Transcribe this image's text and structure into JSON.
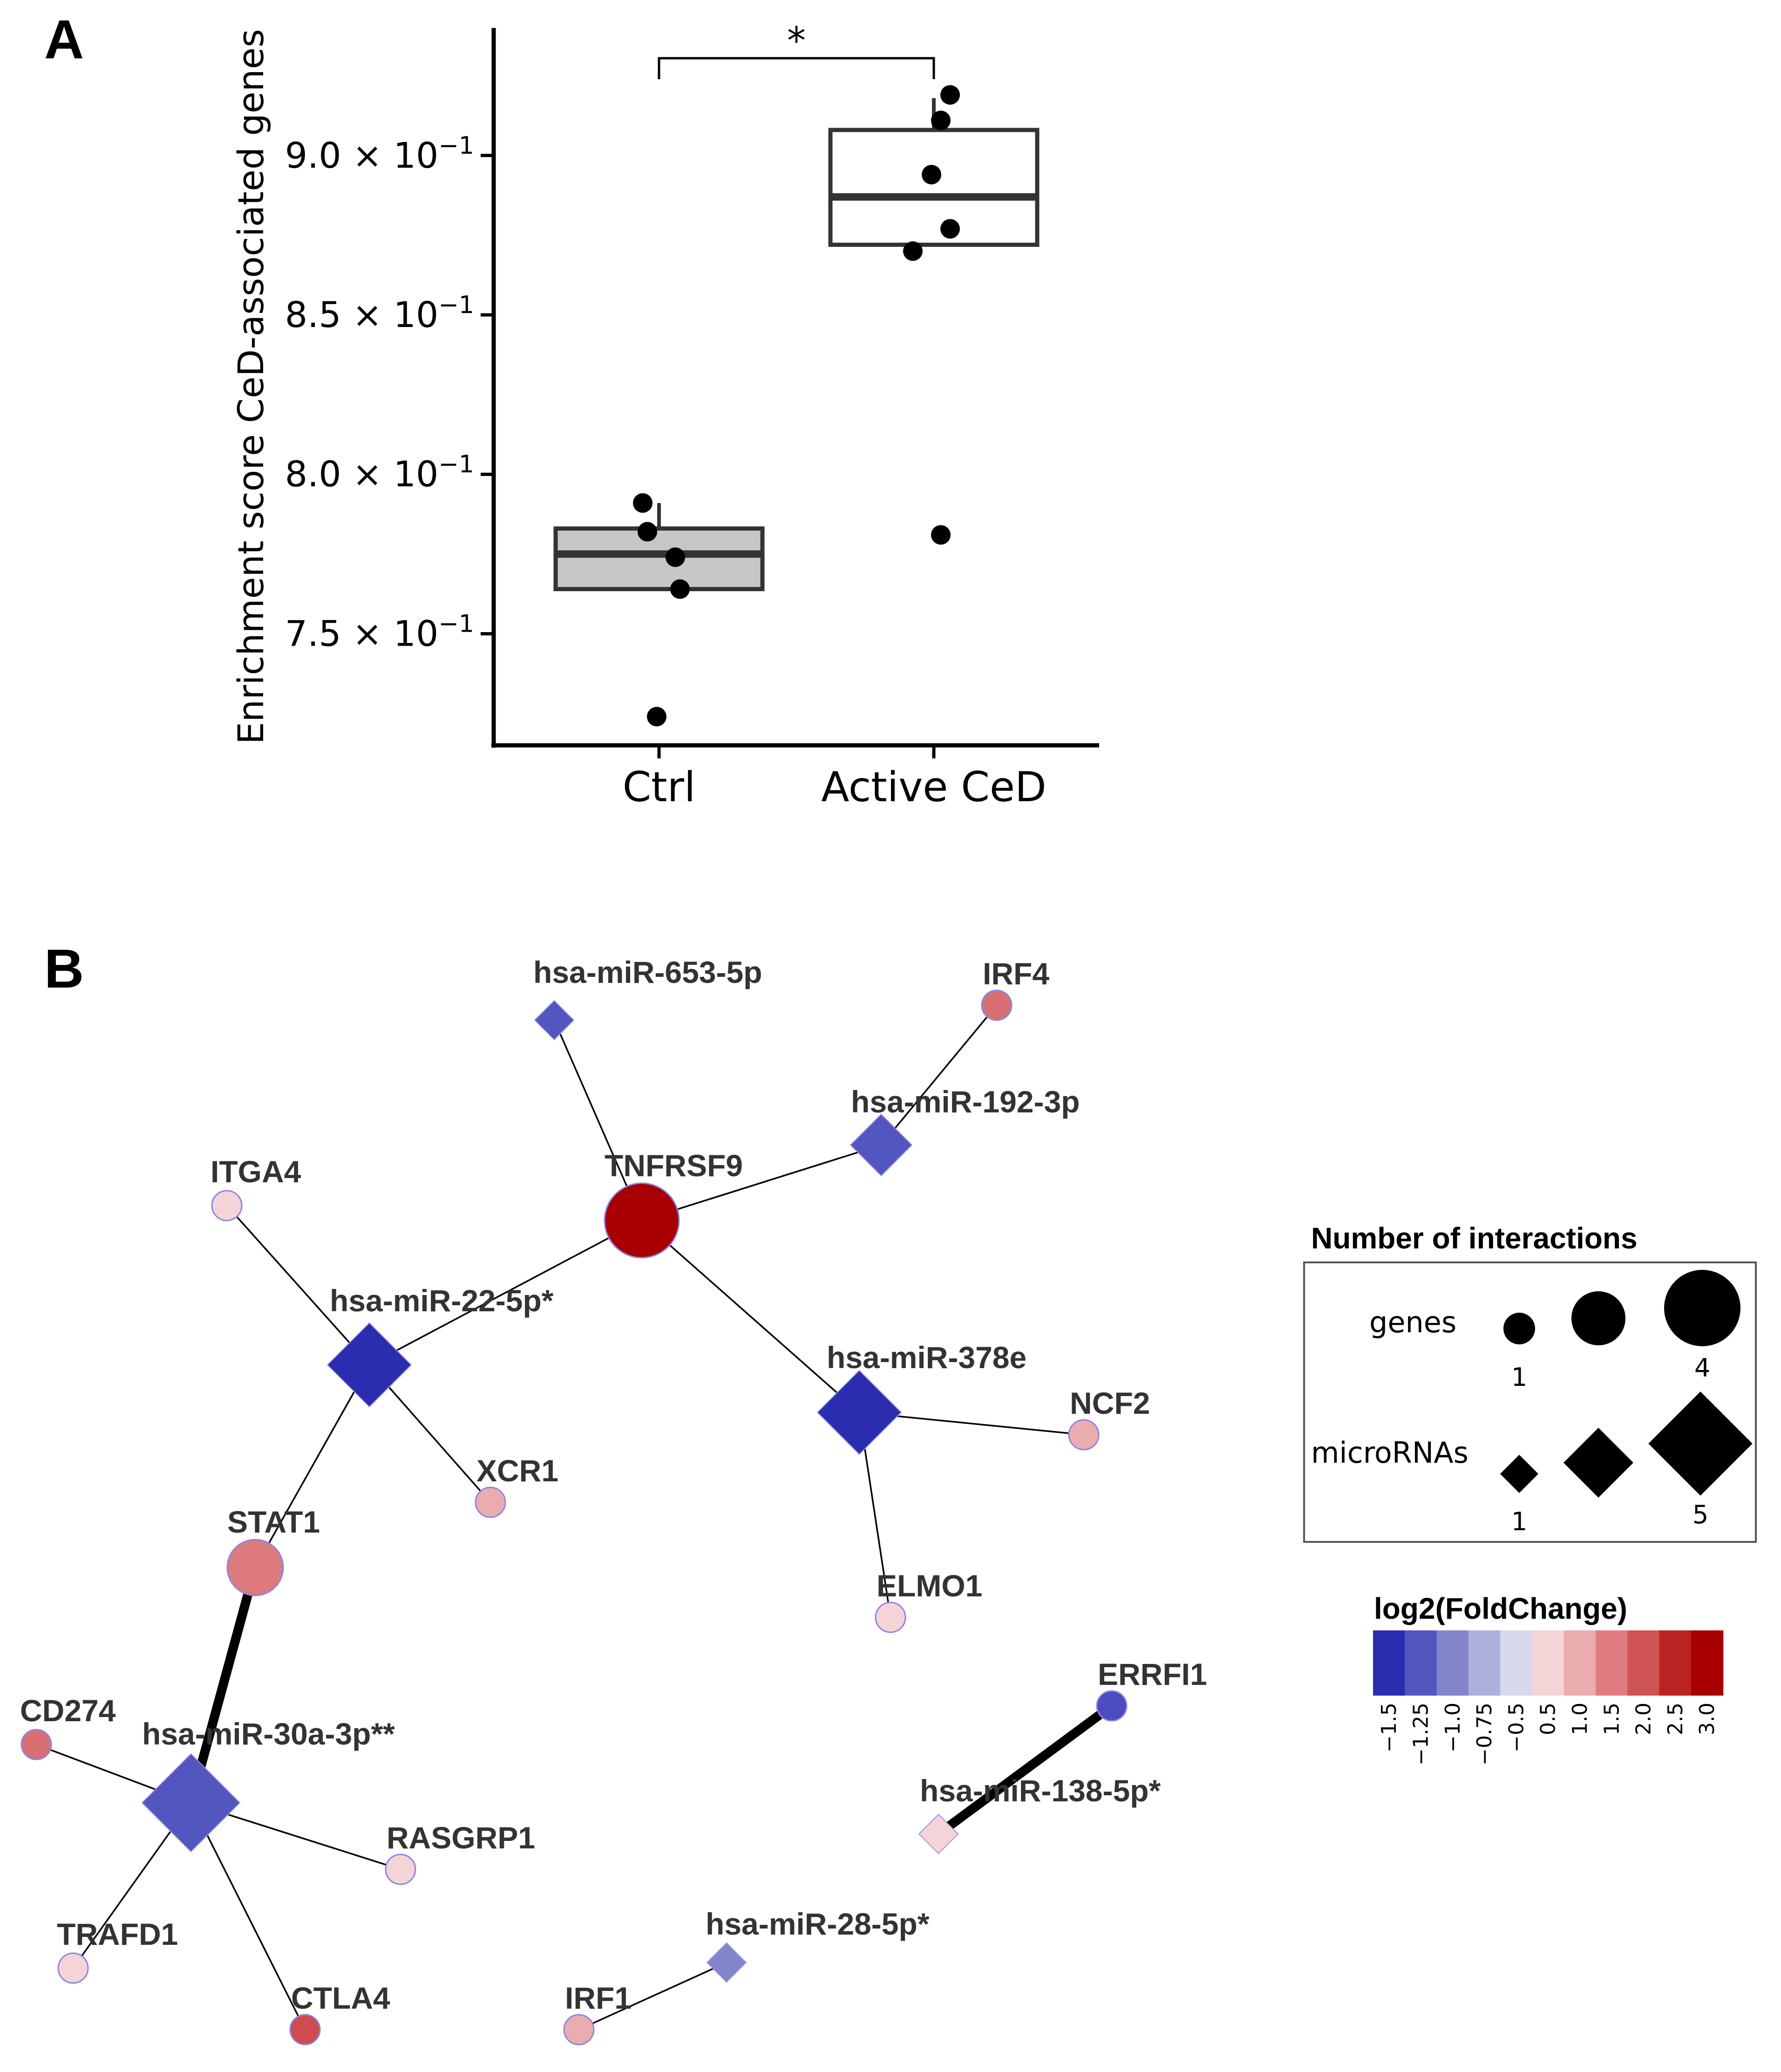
{
  "panels": {
    "a_label": "A",
    "b_label": "B"
  },
  "chart_data": [
    {
      "type": "box",
      "title": "",
      "ylabel": "Enrichment score CeD-associated genes",
      "xlabel": "",
      "categories": [
        "Ctrl",
        "Active CeD"
      ],
      "ylim": [
        0.715,
        0.94
      ],
      "yticks": [
        {
          "value": 0.75,
          "mantissa": "7.5",
          "exp": "−1"
        },
        {
          "value": 0.8,
          "mantissa": "8.0",
          "exp": "−1"
        },
        {
          "value": 0.85,
          "mantissa": "8.5",
          "exp": "−1"
        },
        {
          "value": 0.9,
          "mantissa": "9.0",
          "exp": "−1"
        }
      ],
      "groups": [
        {
          "name": "Ctrl",
          "fill": "#c6c6c6",
          "q1": 0.764,
          "median": 0.775,
          "q3": 0.783,
          "whisker_low": 0.764,
          "whisker_high": 0.791,
          "points": [
            {
              "x": -0.07,
              "y": 0.791
            },
            {
              "x": -0.05,
              "y": 0.782
            },
            {
              "x": 0.07,
              "y": 0.774
            },
            {
              "x": 0.09,
              "y": 0.764
            },
            {
              "x": -0.01,
              "y": 0.724
            }
          ]
        },
        {
          "name": "Active CeD",
          "fill": "#ffffff",
          "q1": 0.872,
          "median": 0.887,
          "q3": 0.908,
          "whisker_low": 0.872,
          "whisker_high": 0.918,
          "points": [
            {
              "x": 0.07,
              "y": 0.919
            },
            {
              "x": 0.03,
              "y": 0.911
            },
            {
              "x": -0.01,
              "y": 0.894
            },
            {
              "x": 0.07,
              "y": 0.877
            },
            {
              "x": -0.09,
              "y": 0.87
            },
            {
              "x": 0.03,
              "y": 0.781
            }
          ]
        }
      ],
      "significance": {
        "from": "Ctrl",
        "to": "Active CeD",
        "label": "*"
      }
    },
    {
      "type": "network",
      "legend_size_title": "Number of interactions",
      "legend_size_genes_label": "genes",
      "legend_size_mirna_label": "microRNAs",
      "legend_gene_values": {
        "min": "1",
        "max": "4"
      },
      "legend_mirna_values": {
        "min": "1",
        "max": "5"
      },
      "colorbar_title": "log2(FoldChange)",
      "colorbar_ticks": [
        "−1.5",
        "−1.25",
        "−1.0",
        "−0.75",
        "−0.5",
        "0.5",
        "1.0",
        "1.5",
        "2.0",
        "2.5",
        "3.0"
      ],
      "colorbar_colors": [
        "#2b2db0",
        "#5356be",
        "#8385cb",
        "#aeafdc",
        "#d9d9ec",
        "#f4d4d6",
        "#eaacae",
        "#e07c80",
        "#cf5254",
        "#bb2222",
        "#a80000"
      ],
      "nodes": [
        {
          "id": "hsa-miR-653-5p",
          "kind": "mirna",
          "color": "#5356be",
          "degree": 1
        },
        {
          "id": "IRF4",
          "kind": "gene",
          "color": "#d96f72",
          "degree": 1
        },
        {
          "id": "hsa-miR-192-3p",
          "kind": "mirna",
          "color": "#5356be",
          "degree": 2
        },
        {
          "id": "TNFRSF9",
          "kind": "gene",
          "color": "#a80000",
          "degree": 4
        },
        {
          "id": "ITGA4",
          "kind": "gene",
          "color": "#f4d4d6",
          "degree": 1
        },
        {
          "id": "hsa-miR-22-5p*",
          "kind": "mirna",
          "color": "#2b2db0",
          "degree": 4
        },
        {
          "id": "hsa-miR-378e",
          "kind": "mirna",
          "color": "#2b2db0",
          "degree": 3
        },
        {
          "id": "NCF2",
          "kind": "gene",
          "color": "#eaacae",
          "degree": 1
        },
        {
          "id": "XCR1",
          "kind": "gene",
          "color": "#eaacae",
          "degree": 1
        },
        {
          "id": "STAT1",
          "kind": "gene",
          "color": "#dd7a7c",
          "degree": 2
        },
        {
          "id": "ELMO1",
          "kind": "gene",
          "color": "#f4d4d6",
          "degree": 1
        },
        {
          "id": "ERRFI1",
          "kind": "gene",
          "color": "#4a4cc0",
          "degree": 1
        },
        {
          "id": "CD274",
          "kind": "gene",
          "color": "#d96f72",
          "degree": 1
        },
        {
          "id": "hsa-miR-30a-3p**",
          "kind": "mirna",
          "color": "#5356be",
          "degree": 5
        },
        {
          "id": "hsa-miR-138-5p*",
          "kind": "mirna",
          "color": "#f4d4d6",
          "degree": 1
        },
        {
          "id": "RASGRP1",
          "kind": "gene",
          "color": "#f4d4d6",
          "degree": 1
        },
        {
          "id": "TRAFD1",
          "kind": "gene",
          "color": "#f4d4d6",
          "degree": 1
        },
        {
          "id": "hsa-miR-28-5p*",
          "kind": "mirna",
          "color": "#8385cb",
          "degree": 1
        },
        {
          "id": "CTLA4",
          "kind": "gene",
          "color": "#cf4b4f",
          "degree": 1
        },
        {
          "id": "IRF1",
          "kind": "gene",
          "color": "#eaacae",
          "degree": 1
        }
      ],
      "edges": [
        {
          "source": "hsa-miR-653-5p",
          "target": "TNFRSF9",
          "weight": 1
        },
        {
          "source": "hsa-miR-192-3p",
          "target": "IRF4",
          "weight": 1
        },
        {
          "source": "hsa-miR-192-3p",
          "target": "TNFRSF9",
          "weight": 1
        },
        {
          "source": "hsa-miR-22-5p*",
          "target": "TNFRSF9",
          "weight": 1
        },
        {
          "source": "hsa-miR-22-5p*",
          "target": "ITGA4",
          "weight": 1
        },
        {
          "source": "hsa-miR-22-5p*",
          "target": "XCR1",
          "weight": 1
        },
        {
          "source": "hsa-miR-22-5p*",
          "target": "STAT1",
          "weight": 1
        },
        {
          "source": "hsa-miR-378e",
          "target": "TNFRSF9",
          "weight": 1
        },
        {
          "source": "hsa-miR-378e",
          "target": "NCF2",
          "weight": 1
        },
        {
          "source": "hsa-miR-378e",
          "target": "ELMO1",
          "weight": 1
        },
        {
          "source": "hsa-miR-30a-3p**",
          "target": "STAT1",
          "weight": 5
        },
        {
          "source": "hsa-miR-30a-3p**",
          "target": "CD274",
          "weight": 1
        },
        {
          "source": "hsa-miR-30a-3p**",
          "target": "RASGRP1",
          "weight": 1
        },
        {
          "source": "hsa-miR-30a-3p**",
          "target": "TRAFD1",
          "weight": 1
        },
        {
          "source": "hsa-miR-30a-3p**",
          "target": "CTLA4",
          "weight": 1
        },
        {
          "source": "hsa-miR-138-5p*",
          "target": "ERRFI1",
          "weight": 5
        },
        {
          "source": "hsa-miR-28-5p*",
          "target": "IRF1",
          "weight": 1
        }
      ]
    }
  ]
}
